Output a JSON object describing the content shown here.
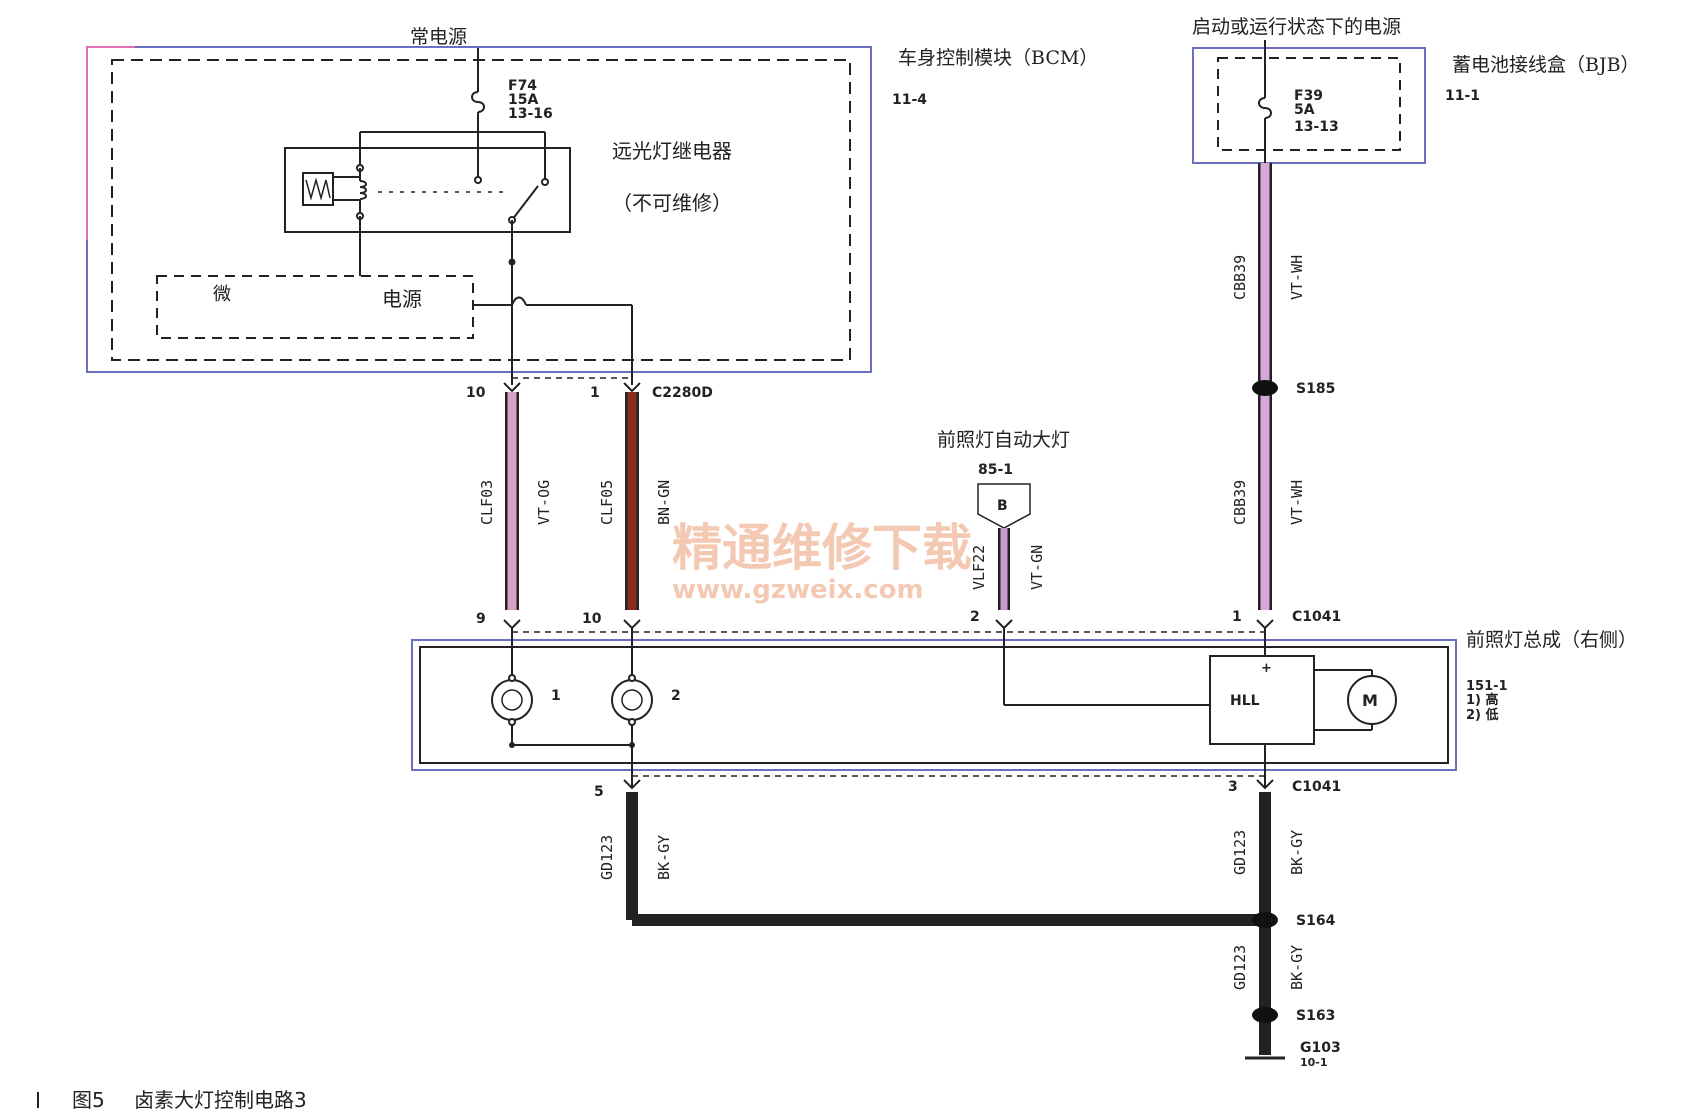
{
  "top_labels": {
    "constant_power": "常电源",
    "start_run_power": "启动或运行状态下的电源"
  },
  "bcm": {
    "title": "车身控制模块（BCM）",
    "ref": "11-4",
    "fuse": {
      "name": "F74",
      "rating": "15A",
      "ref": "13-16"
    },
    "relay_name": "远光灯继电器",
    "relay_note": "（不可维修）",
    "micro_label": "微",
    "micro_power": "电源",
    "connector": "C2280D",
    "pin_left": "10",
    "pin_right": "1"
  },
  "bjb": {
    "title": "蓄电池接线盒（BJB）",
    "ref": "11-1",
    "fuse": {
      "name": "F39",
      "rating": "5A",
      "ref": "13-13"
    }
  },
  "wires": {
    "left_circuit": "CLF03",
    "left_color": "VT-OG",
    "mid_circuit": "CLF05",
    "mid_color": "BN-GN",
    "auto_circuit": "VLF22",
    "auto_color": "VT-GN",
    "right_circuit": "CBB39",
    "right_color": "VT-WH",
    "ground_circuit": "GD123",
    "ground_color": "BK-GY"
  },
  "splices": {
    "s185": "S185",
    "s164": "S164",
    "s163": "S163",
    "ground": "G103",
    "ground_ref": "10-1"
  },
  "auto_lamp": {
    "title": "前照灯自动大灯",
    "ref": "85-1",
    "tag": "B",
    "pin": "2"
  },
  "headlamp": {
    "title": "前照灯总成（右侧）",
    "connector": "C1041",
    "pin_left": "9",
    "pin_mid": "10",
    "pin_top_right": "1",
    "pin_bottom_left": "5",
    "pin_bottom_right": "3",
    "ref": "151-1",
    "legend_1": "1) 高",
    "legend_2": "2) 低",
    "bulb_1": "1",
    "bulb_2": "2",
    "module": "HLL",
    "motor": "M",
    "plus": "+"
  },
  "watermark": {
    "line1": "精通维修下载",
    "line2": "www.gzweix.com"
  },
  "caption": {
    "figure": "图5",
    "text": "卤素大灯控制电路3"
  },
  "colors": {
    "wire_vt_og": "#d9a0c8",
    "wire_bn_gn": "#8b2a1f",
    "wire_vt_wh": "#d8a8dc",
    "wire_bk_gy": "#222222",
    "box_blue": "#6a6fc0",
    "box_pink": "#e070b0"
  }
}
